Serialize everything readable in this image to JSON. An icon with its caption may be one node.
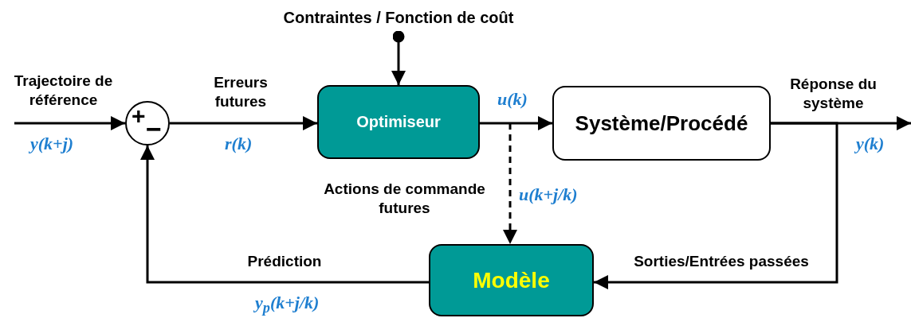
{
  "diagram": {
    "nodes": [
      {
        "text": [
          "Contraintes / Fonction de coût"
        ]
      },
      {
        "text": [
          "+",
          "−"
        ]
      },
      {
        "text": [
          "Optimiseur"
        ]
      },
      {
        "text": [
          "Système/Procédé"
        ]
      },
      {
        "text": [
          "Modèle"
        ]
      }
    ],
    "edges": [
      {
        "from": null,
        "to": 1,
        "arrow": "to",
        "label": "Trajectoire de référence"
      },
      {
        "from": 1,
        "to": 2,
        "arrow": "to",
        "label": "Erreurs futures"
      },
      {
        "from": 0,
        "to": 2,
        "arrow": "to"
      },
      {
        "from": 2,
        "to": 3,
        "arrow": "to"
      },
      {
        "from": 2,
        "to": 4,
        "arrow": "to",
        "style": "dashed"
      },
      {
        "from": 3,
        "to": null,
        "arrow": "to",
        "label": "Réponse du système"
      },
      {
        "from": 3,
        "to": 4,
        "arrow": "to",
        "label": "Sorties/Entrées passées"
      },
      {
        "from": 4,
        "to": 1,
        "arrow": "to",
        "label": "Prédiction"
      }
    ],
    "labels": [
      "y(k+j)",
      "r(k)",
      "u(k)",
      "Actions de commande futures",
      "u(k+j/k)",
      "y(k)",
      "y$_{p}$(k+j/k)"
    ]
  }
}
